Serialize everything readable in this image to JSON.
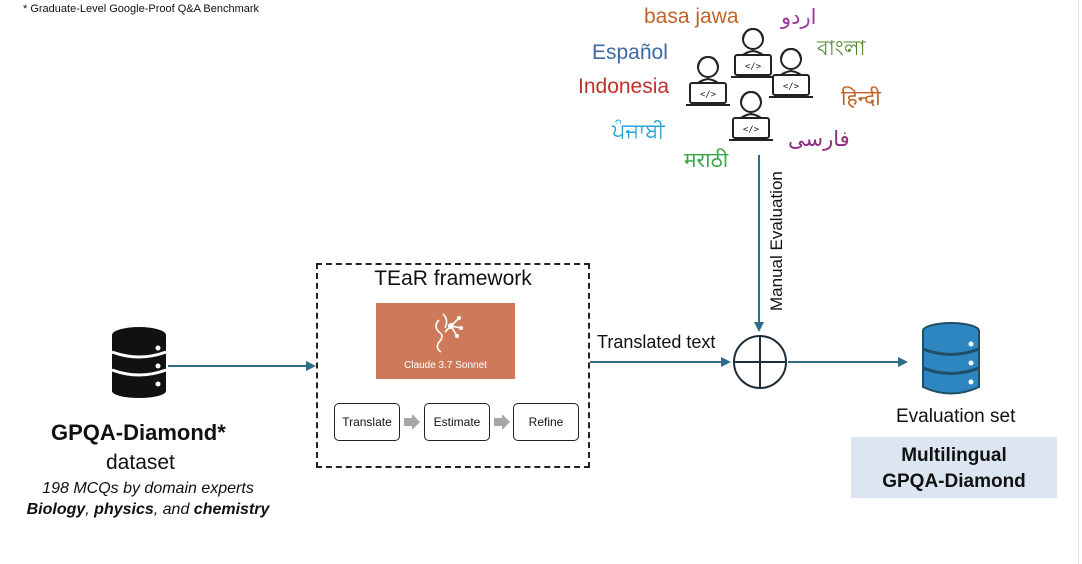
{
  "footnote": "* Graduate-Level Google-Proof Q&A Benchmark",
  "languages": [
    {
      "key": "basa_jawa",
      "text": "basa jawa",
      "color": "#c0632a"
    },
    {
      "key": "urdu",
      "text": "اردو",
      "color": "#9c3b9e"
    },
    {
      "key": "espanol",
      "text": "Español",
      "color": "#3d6aa2"
    },
    {
      "key": "bangla",
      "text": "বাংলা",
      "color": "#4f8a2f"
    },
    {
      "key": "indonesia",
      "text": "Indonesia",
      "color": "#c0302c"
    },
    {
      "key": "hindi",
      "text": "हिन्दी",
      "color": "#c0632a"
    },
    {
      "key": "punjabi",
      "text": "ਪੰਜਾਬੀ",
      "color": "#2aa4d8"
    },
    {
      "key": "farsi",
      "text": "فارسی",
      "color": "#8a2f80"
    },
    {
      "key": "marathi",
      "text": "मराठी",
      "color": "#3ea64a"
    }
  ],
  "dataset": {
    "name": "GPQA-Diamond*",
    "sub": "dataset",
    "desc_line1": "198 MCQs by domain experts",
    "desc_bold1": "Biology",
    "desc_sep1": ", ",
    "desc_bold2": "physics",
    "desc_sep2": ", and ",
    "desc_bold3": "chemistry"
  },
  "framework": {
    "title": "TEaR framework",
    "model_label": "Claude 3.7 Sonnet",
    "steps": [
      "Translate",
      "Estimate",
      "Refine"
    ]
  },
  "arrows": {
    "translated_text": "Translated text",
    "manual_evaluation": "Manual Evaluation"
  },
  "output": {
    "label": "Evaluation set",
    "line1": "Multilingual",
    "line2": "GPQA-Diamond"
  },
  "colors": {
    "accent_blue": "#2f6b8a",
    "db_blue": "#2e86c1",
    "claude_orange": "#cd7a5b",
    "result_bg": "#dce6f2"
  },
  "icons": [
    "person-coder-icon",
    "database-icon",
    "claude-logo-icon",
    "plus-circle-icon",
    "gray-arrow-icon"
  ]
}
